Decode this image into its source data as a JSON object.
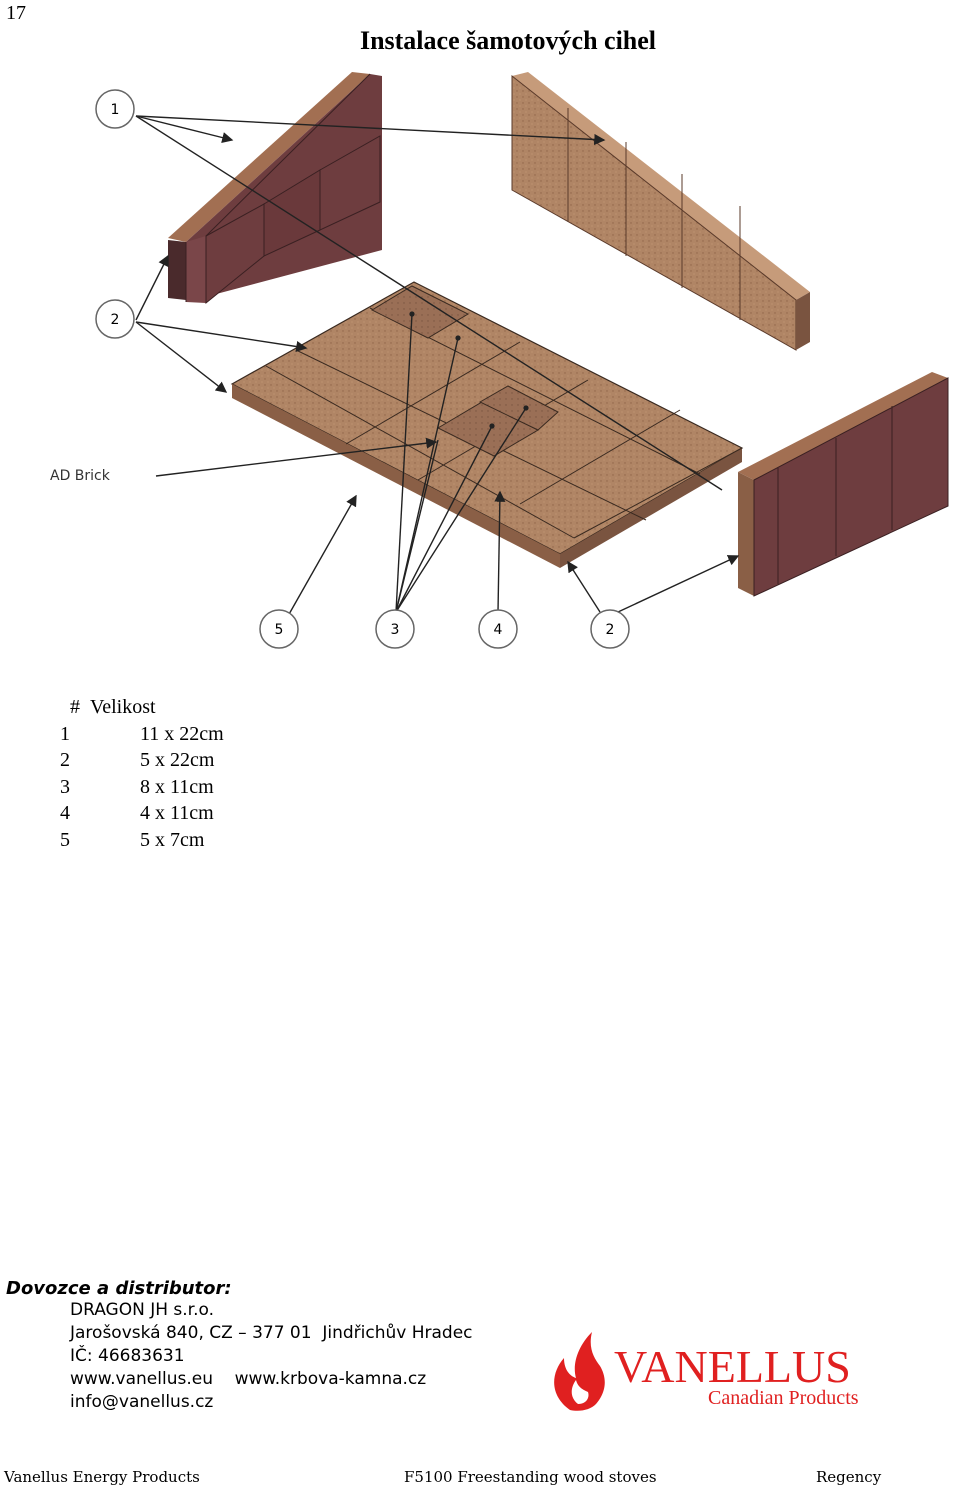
{
  "page_number": "17",
  "title": "Instalace šamotových cihel",
  "diagram": {
    "callouts": [
      "1",
      "2",
      "5",
      "3",
      "4",
      "2"
    ],
    "ad_brick_label": "AD Brick"
  },
  "size_table": {
    "header": [
      "#",
      "Velikost"
    ],
    "rows": [
      [
        "1",
        "11 x 22cm"
      ],
      [
        "2",
        "5 x 22cm"
      ],
      [
        "3",
        "8 x 11cm"
      ],
      [
        "4",
        "4 x 11cm"
      ],
      [
        "5",
        "5 x 7cm"
      ]
    ]
  },
  "importer": {
    "heading": "Dovozce a distributor:",
    "lines": [
      "DRAGON JH s.r.o.",
      "Jarošovská 840, CZ – 377 01  Jindřichův Hradec",
      "IČ: 46683631",
      "www.vanellus.eu    www.krbova-kamna.cz",
      "info@vanellus.cz"
    ]
  },
  "logo": {
    "name": "VANELLUS",
    "tagline": "Canadian Products"
  },
  "footer": {
    "left": "Vanellus Energy Products",
    "center": "F5100 Freestanding wood stoves",
    "right": "Regency"
  },
  "colors": {
    "brand_red": "#e02020",
    "brick_dark": "#6e3d3f",
    "brick_tan": "#a9785a",
    "brick_light": "#b08565"
  }
}
